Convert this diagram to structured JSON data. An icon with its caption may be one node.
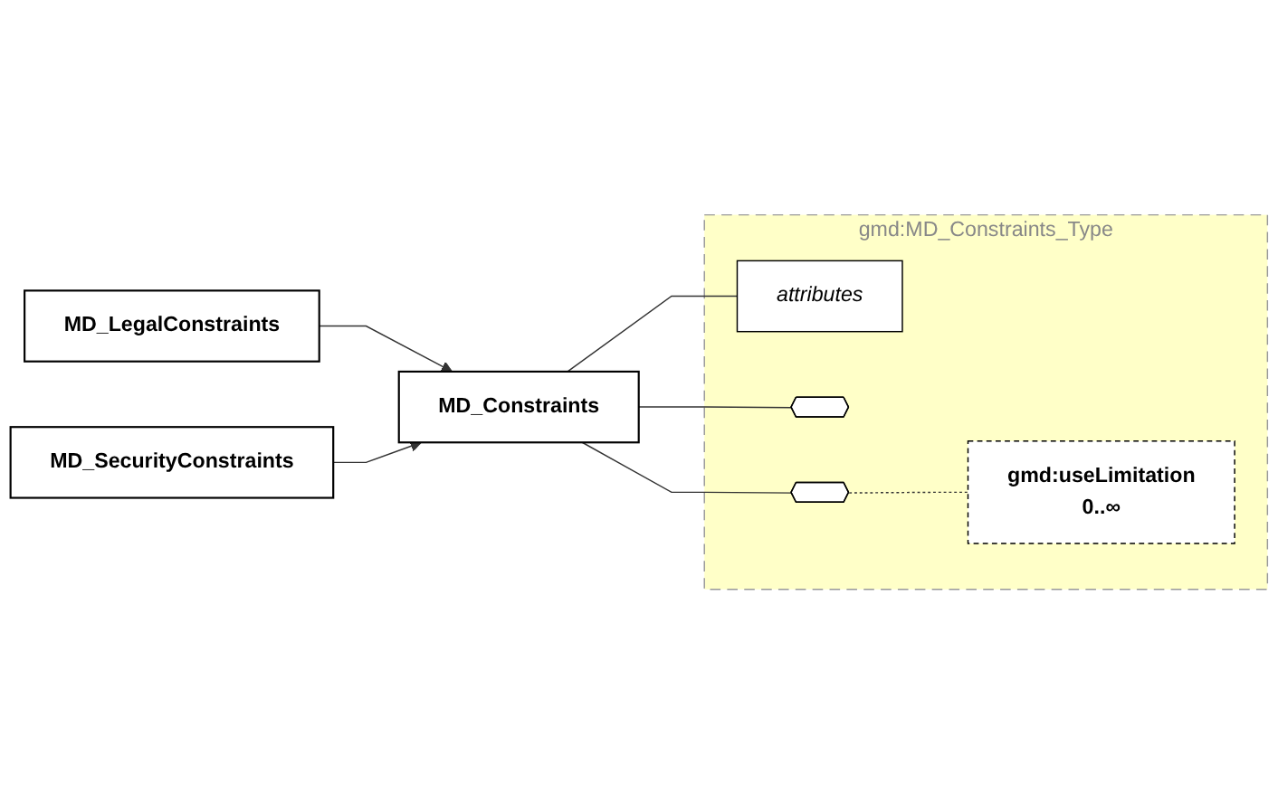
{
  "diagram": {
    "nodes": [
      {
        "text": [
          "MD_Constraints"
        ]
      },
      {
        "text": [
          "gmd:MD_Constraints_Type"
        ]
      },
      {
        "text": [
          "attributes"
        ],
        "in": 1
      },
      {
        "text": [],
        "shape": "octagon",
        "in": 1
      },
      {
        "text": [],
        "shape": "octagon",
        "in": 1
      },
      {
        "text": [
          "gmd:useLimitation",
          "0..∞"
        ],
        "in": 1
      },
      {
        "text": [
          "MD_LegalConstraints"
        ]
      },
      {
        "text": [
          "MD_SecurityConstraints"
        ]
      }
    ],
    "edges": [
      {
        "from": 0,
        "to": 2,
        "arrow": "none"
      },
      {
        "from": 0,
        "to": 3,
        "arrow": "none"
      },
      {
        "from": 0,
        "to": 4,
        "arrow": "none"
      },
      {
        "from": 4,
        "to": 5,
        "arrow": "none",
        "style": "dashed"
      },
      {
        "from": 6,
        "to": 0,
        "arrow": "to"
      },
      {
        "from": 7,
        "to": 0,
        "arrow": "to"
      }
    ]
  }
}
